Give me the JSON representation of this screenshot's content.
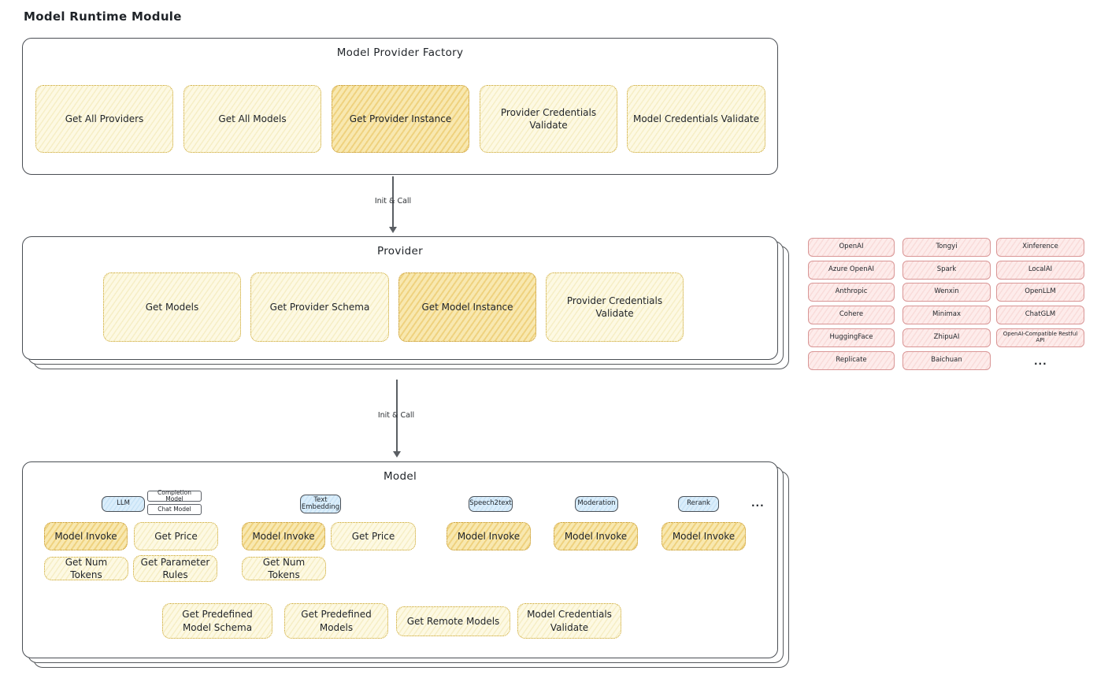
{
  "page": {
    "title": "Model Runtime Module"
  },
  "arrows": {
    "arrow1_label": "Init & Call",
    "arrow2_label": "Init & Call"
  },
  "factory": {
    "title": "Model Provider Factory",
    "items": [
      {
        "label": "Get All Providers"
      },
      {
        "label": "Get All Models"
      },
      {
        "label": "Get Provider Instance"
      },
      {
        "label": "Provider Credentials Validate"
      },
      {
        "label": "Model Credentials Validate"
      }
    ]
  },
  "provider": {
    "title": "Provider",
    "items": [
      {
        "label": "Get Models"
      },
      {
        "label": "Get Provider Schema"
      },
      {
        "label": "Get Model Instance"
      },
      {
        "label": "Provider Credentials Validate"
      }
    ]
  },
  "providers_list": {
    "col1": [
      "OpenAI",
      "Azure OpenAI",
      "Anthropic",
      "Cohere",
      "HuggingFace",
      "Replicate"
    ],
    "col2": [
      "Tongyi",
      "Spark",
      "Wenxin",
      "Minimax",
      "ZhipuAI",
      "Baichuan"
    ],
    "col3": [
      "Xinference",
      "LocalAI",
      "OpenLLM",
      "ChatGLM",
      "OpenAI-Compatible Restful API"
    ],
    "ellipsis": "..."
  },
  "model": {
    "title": "Model",
    "type_badges": {
      "llm": "LLM",
      "completion": "Completion Model",
      "chat": "Chat Model",
      "text_embedding": "Text Embedding",
      "speech2text": "Speech2text",
      "moderation": "Moderation",
      "rerank": "Rerank",
      "ellipsis": "..."
    },
    "functions": {
      "model_invoke": "Model Invoke",
      "get_price": "Get Price",
      "get_num_tokens": "Get Num Tokens",
      "get_parameter_rules": "Get Parameter Rules",
      "get_predefined_model_schema": "Get Predefined Model Schema",
      "get_predefined_models": "Get Predefined Models",
      "get_remote_models": "Get Remote Models",
      "model_credentials_validate": "Model Credentials Validate"
    }
  },
  "colors": {
    "yellow_fill": "#fdf9e3",
    "yellow_border": "#c9a227",
    "highlight_fill": "#efd27f",
    "pink_fill": "#fdeceb",
    "pink_border": "#d99696",
    "blue_fill": "#dbeefb",
    "container_border": "#4a4e54"
  }
}
